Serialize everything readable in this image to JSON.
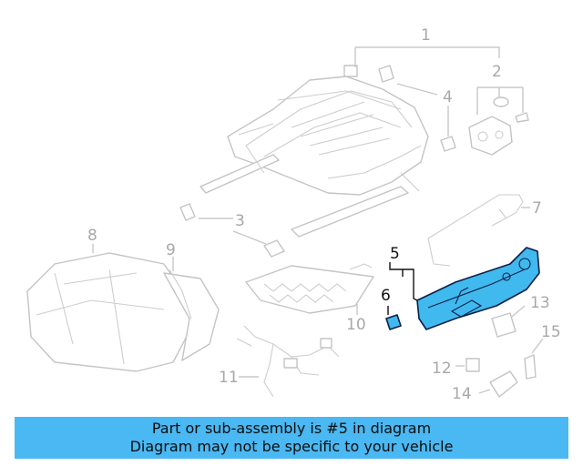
{
  "diagram": {
    "highlighted_part": "5",
    "callouts": [
      "1",
      "2",
      "3",
      "4",
      "5",
      "6",
      "7",
      "8",
      "9",
      "10",
      "11",
      "12",
      "13",
      "14",
      "15"
    ]
  },
  "banner": {
    "line1": "Part or sub-assembly is #5 in diagram",
    "line2": "Diagram may not be specific to your vehicle",
    "color": "#4ab8f2"
  },
  "colors": {
    "highlight_fill": "#40b9ee",
    "highlight_stroke": "#0b1f4a",
    "part_outline": "#c4c4c4",
    "callout_inactive": "#a8a8a8",
    "callout_active": "#111111"
  }
}
